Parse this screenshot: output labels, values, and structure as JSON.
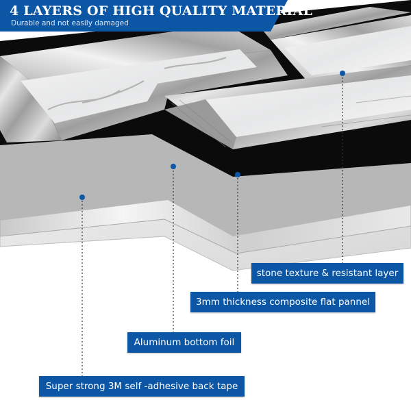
{
  "banner": {
    "title": "4 LAYERS OF HIGH QUALITY MATERIAL",
    "subtitle": "Durable and not easily damaged",
    "color": "#0c56a6"
  },
  "layers": [
    {
      "label": "stone texture & resistant layer"
    },
    {
      "label": "3mm thickness composite flat pannel"
    },
    {
      "label": "Aluminum bottom foil"
    },
    {
      "label": "Super strong 3M self -adhesive back tape"
    }
  ],
  "colors": {
    "label_bg": "#0c56a6",
    "label_text": "#ffffff",
    "marker": "#0c56a6"
  }
}
